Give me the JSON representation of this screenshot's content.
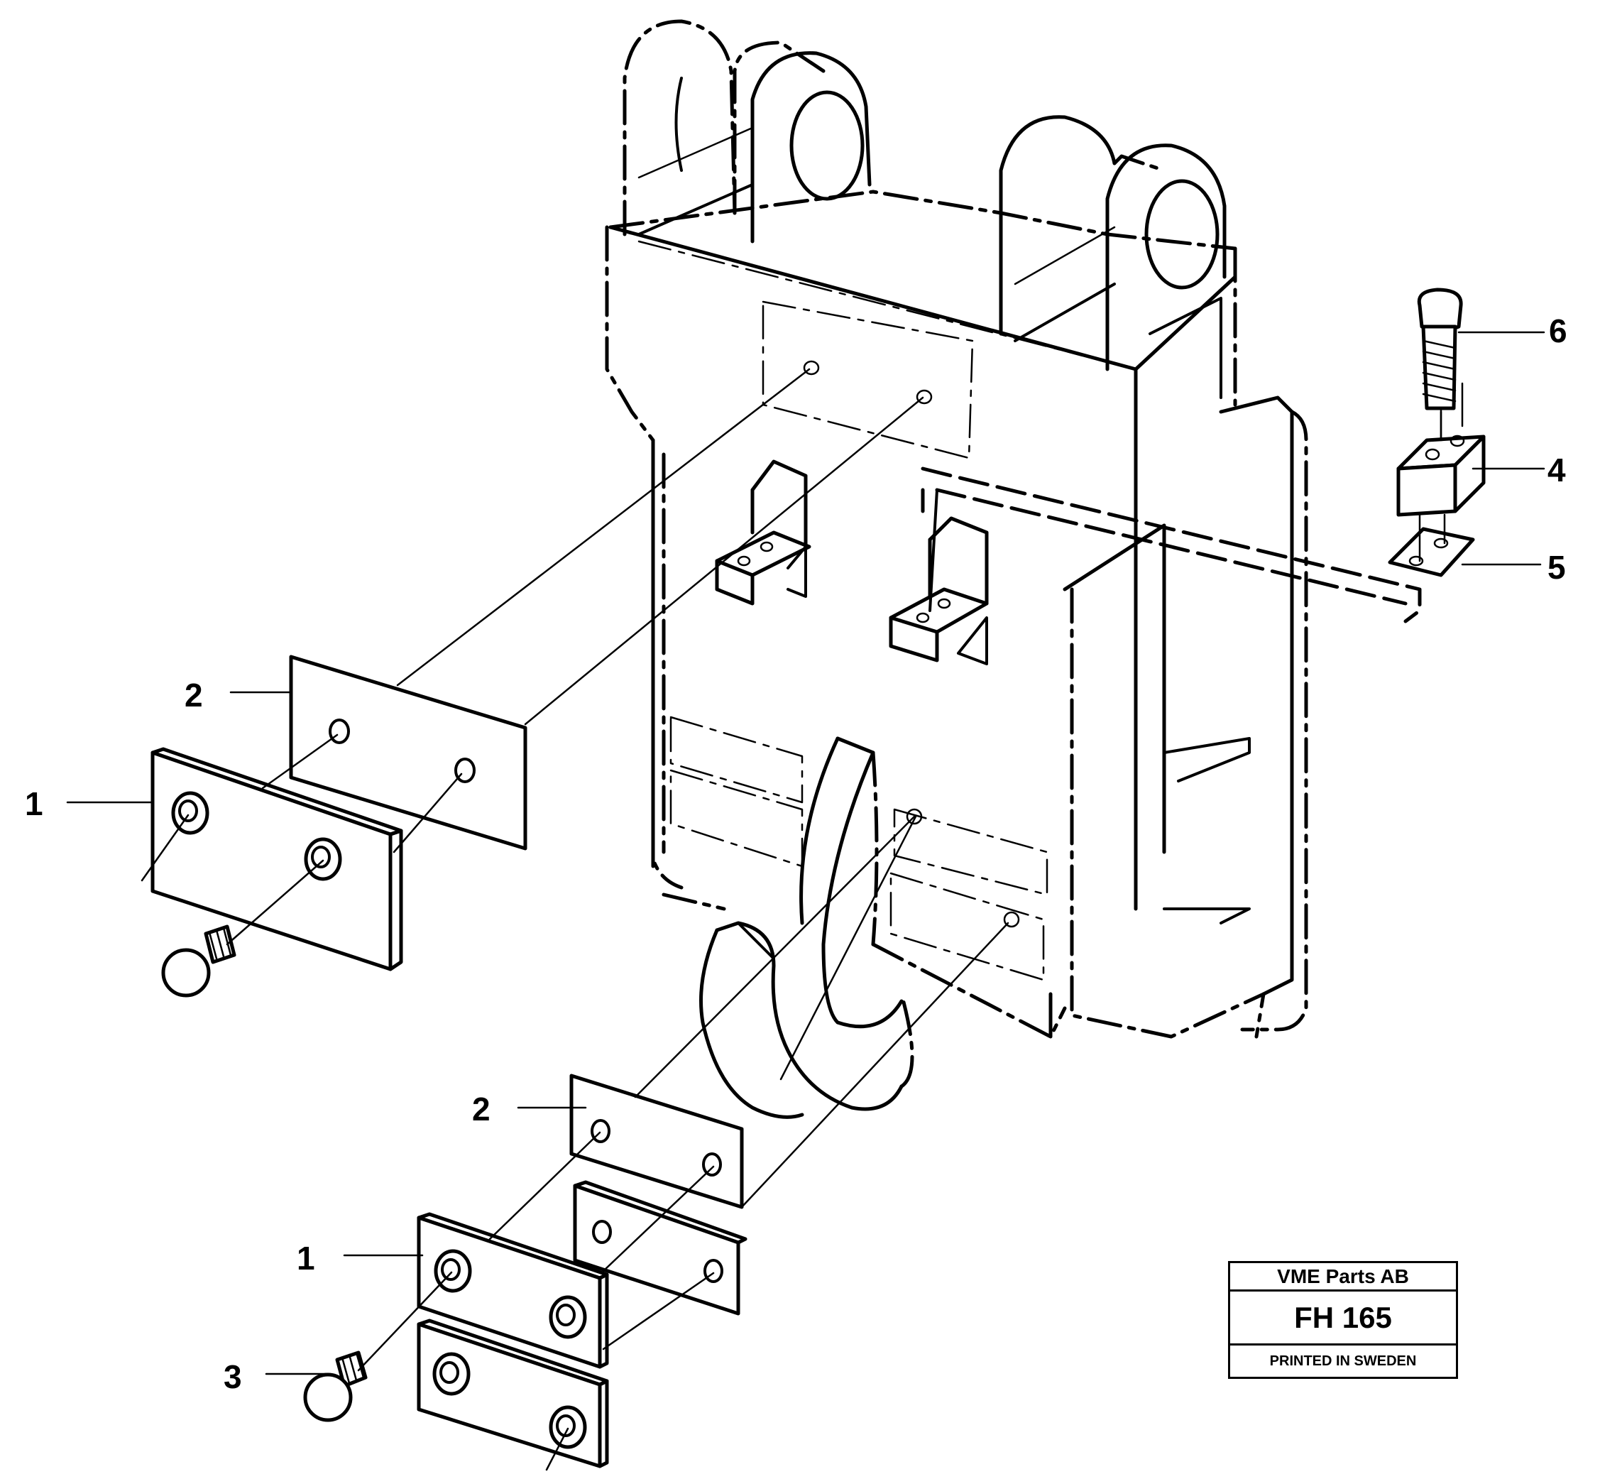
{
  "callouts": [
    {
      "id": "1a",
      "label": "1"
    },
    {
      "id": "2a",
      "label": "2"
    },
    {
      "id": "1b",
      "label": "1"
    },
    {
      "id": "2b",
      "label": "2"
    },
    {
      "id": "3",
      "label": "3"
    },
    {
      "id": "4",
      "label": "4"
    },
    {
      "id": "5",
      "label": "5"
    },
    {
      "id": "6",
      "label": "6"
    }
  ],
  "stamp": {
    "company": "VME Parts AB",
    "code": "FH 165",
    "printed": "PRINTED IN SWEDEN"
  }
}
